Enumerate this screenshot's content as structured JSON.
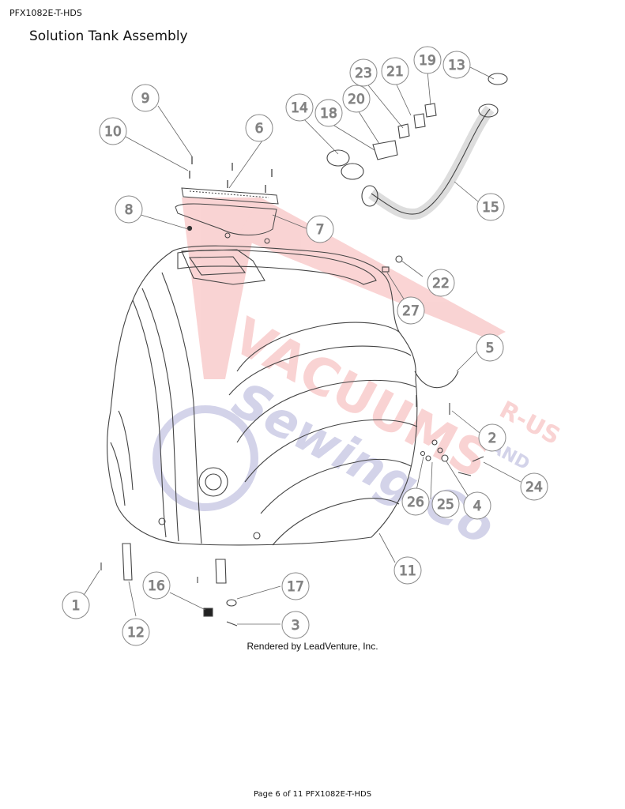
{
  "header": {
    "doc_id": "PFX1082E-T-HDS",
    "title": "Solution Tank Assembly"
  },
  "diagram": {
    "callouts": [
      "1",
      "2",
      "3",
      "4",
      "5",
      "6",
      "7",
      "8",
      "9",
      "10",
      "11",
      "12",
      "13",
      "14",
      "15",
      "16",
      "17",
      "18",
      "19",
      "20",
      "21",
      "22",
      "23",
      "24",
      "25",
      "26",
      "27"
    ],
    "rendered_by": "Rendered by LeadVenture, Inc."
  },
  "watermark": {
    "line1": "VACUUMS",
    "line2": "R-US",
    "line3": "Sewing Co",
    "line4": "AND",
    "color_red": "#e83a3a",
    "color_blue": "#3a3aa0"
  },
  "footer": {
    "page_text": "Page 6 of 11 PFX1082E-T-HDS"
  }
}
